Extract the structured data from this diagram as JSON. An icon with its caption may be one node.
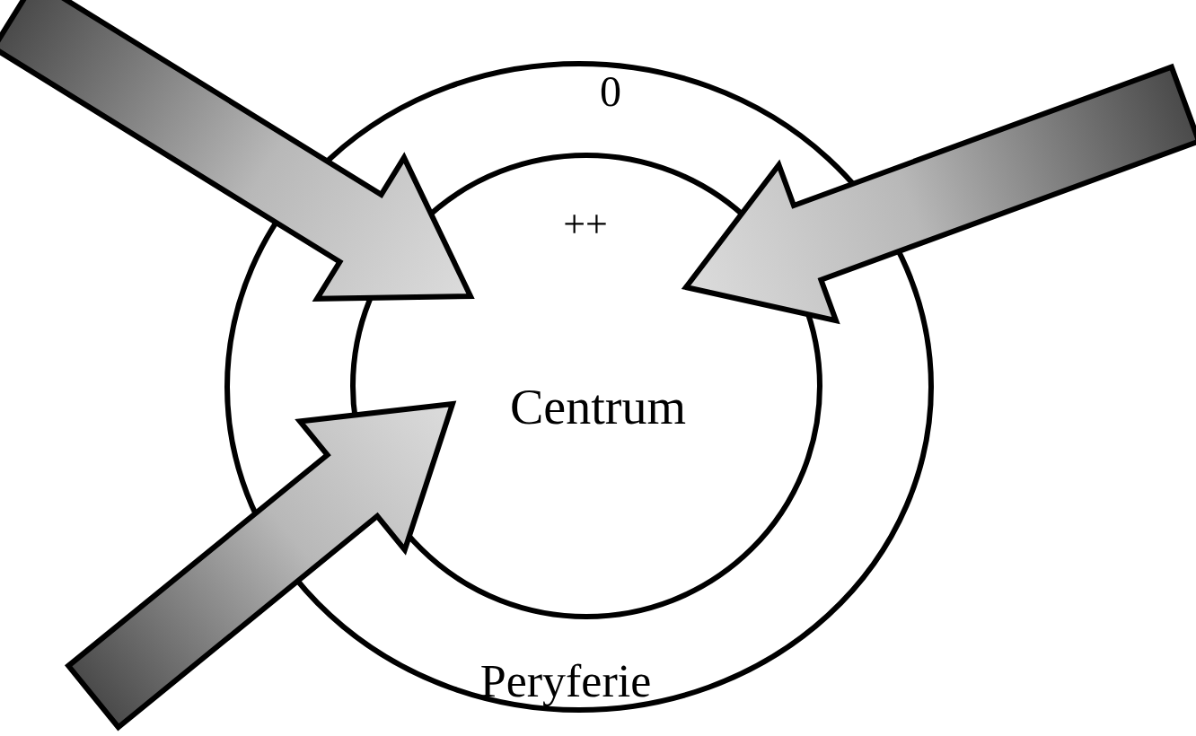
{
  "diagram": {
    "nodes": [
      {
        "text": [
          "0",
          "Peryferie"
        ]
      },
      {
        "text": [
          "++",
          "Centrum"
        ],
        "in": 0
      }
    ],
    "edges": [
      {
        "from": null,
        "to": 1,
        "arrow": "to",
        "style": "thick"
      },
      {
        "from": null,
        "to": 1,
        "arrow": "to",
        "style": "thick"
      },
      {
        "from": null,
        "to": 1,
        "arrow": "to",
        "style": "thick"
      }
    ]
  }
}
